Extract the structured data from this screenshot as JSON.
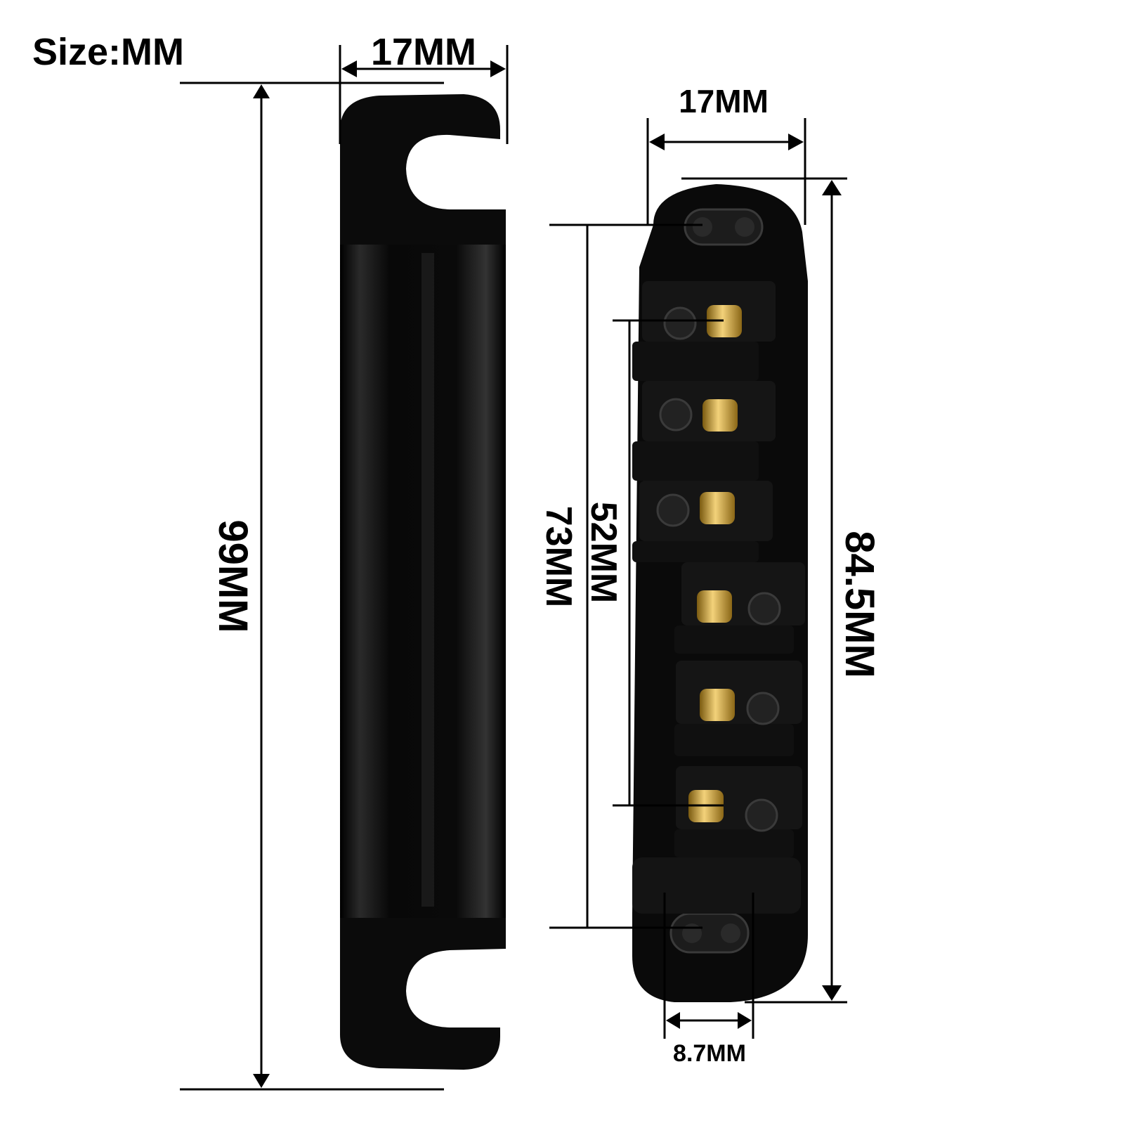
{
  "size_label": "Size:MM",
  "tailpiece": {
    "width_label": "17MM",
    "length_label": "99MM",
    "color": "#050505"
  },
  "bridge": {
    "width_label": "17MM",
    "post_spacing_label": "73MM",
    "string_spread_label": "52MM",
    "length_label": "84.5MM",
    "post_slot_label": "8.7MM",
    "saddle_count": 6,
    "saddle_color": "#c9a443",
    "body_color": "#0a0a0a"
  }
}
